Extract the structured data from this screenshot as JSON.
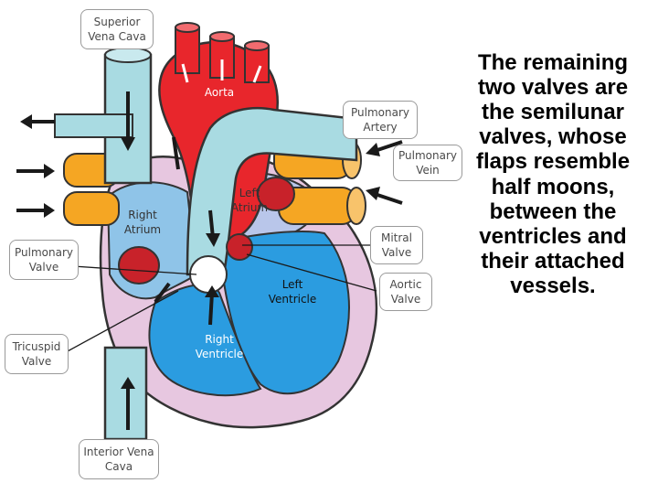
{
  "labels": {
    "superior_vena_cava": "Superior\nVena Cava",
    "aorta": "Aorta",
    "pulmonary_artery": "Pulmonary\nArtery",
    "pulmonary_vein": "Pulmonary\nVein",
    "left_atrium": "Left\nAtrium",
    "right_atrium": "Right\nAtrium",
    "mitral_valve": "Mitral\nValve",
    "pulmonary_valve": "Pulmonary\nValve",
    "aortic_valve": "Aortic\nValve",
    "left_ventricle": "Left\nVentricle",
    "tricuspid_valve": "Tricuspid\nValve",
    "right_ventricle": "Right\nVentricle",
    "inferior_vena_cava": "Interior Vena\nCava"
  },
  "caption": "The remaining two valves are the semilunar valves, whose flaps resemble half moons, between the ventricles and their attached vessels.",
  "colors": {
    "aorta": "#e8262c",
    "vena_cava": "#a9dbe2",
    "pulmonary_vein": "#f5a623",
    "left_chambers": "#2b9ce0",
    "right_chambers": "#8fc4e8",
    "myocardium": "#e7c7e0",
    "valve": "#c8222a"
  }
}
